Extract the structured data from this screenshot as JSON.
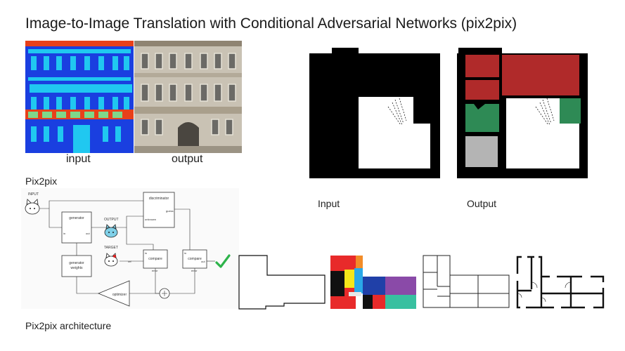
{
  "slide": {
    "title": "Image-to-Image Translation with Conditional Adversarial Networks (pix2pix)"
  },
  "facade_example": {
    "input_label": "input",
    "output_label": "output",
    "section_label": "Pix2pix"
  },
  "floorplan_example": {
    "input_label": "Input",
    "output_label": "Output"
  },
  "architecture": {
    "caption": "Pix2pix architecture",
    "input_label": "INPUT",
    "output_label": "OUTPUT",
    "target_label": "TARGET",
    "generator_label": "generator",
    "generator_weights_label": [
      "generator",
      "weights"
    ],
    "discriminator_label": "discriminator",
    "compare_label": "compare",
    "optimizer_label": "optimizer",
    "port_in": "in",
    "port_out": "out",
    "port_ref": "ref",
    "port_error": "error",
    "port_guess": "guess",
    "port_unknown": "unknown",
    "check_color": "#2db34a"
  },
  "colors": {
    "facade_blue": "#1a3fe0",
    "facade_cyan": "#20c8f0",
    "facade_red": "#e8401a",
    "room_red": "#b02a2a",
    "room_green": "#2e8a55",
    "room_gray": "#b4b4b4"
  }
}
